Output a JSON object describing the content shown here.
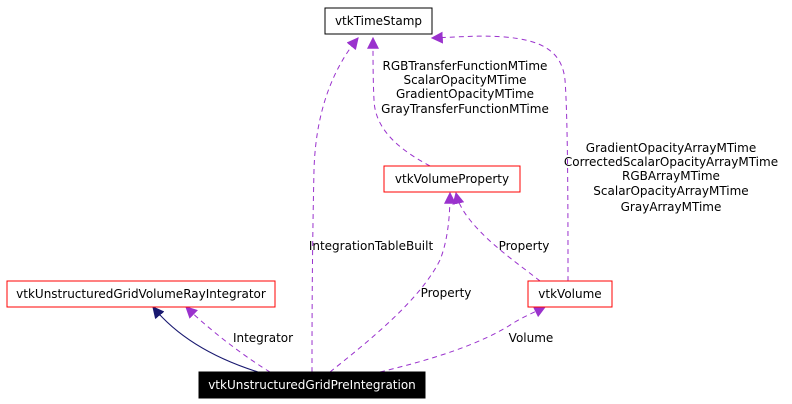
{
  "colors": {
    "usage_edge": "#9a32cd",
    "inheritance_edge": "#191970",
    "class_border": "#ff0000",
    "base_border": "#000000",
    "focus_fill": "#000000",
    "focus_text": "#ffffff"
  },
  "nodes": {
    "timestamp": "vtkTimeStamp",
    "volume_property": "vtkVolumeProperty",
    "ray_integrator": "vtkUnstructuredGridVolumeRayIntegrator",
    "volume": "vtkVolume",
    "pre_integration": "vtkUnstructuredGridPreIntegration"
  },
  "edge_labels": {
    "property_to_timestamp": [
      "RGBTransferFunctionMTime",
      "ScalarOpacityMTime",
      "GradientOpacityMTime",
      "GrayTransferFunctionMTime"
    ],
    "volume_to_timestamp": [
      "GradientOpacityArrayMTime",
      "CorrectedScalarOpacityArrayMTime",
      "RGBArrayMTime",
      "ScalarOpacityArrayMTime",
      "GrayArrayMTime"
    ],
    "pre_to_timestamp": "IntegrationTableBuilt",
    "volume_to_property": "Property",
    "pre_to_property": "Property",
    "pre_to_integrator": "Integrator",
    "pre_to_volume": "Volume"
  }
}
